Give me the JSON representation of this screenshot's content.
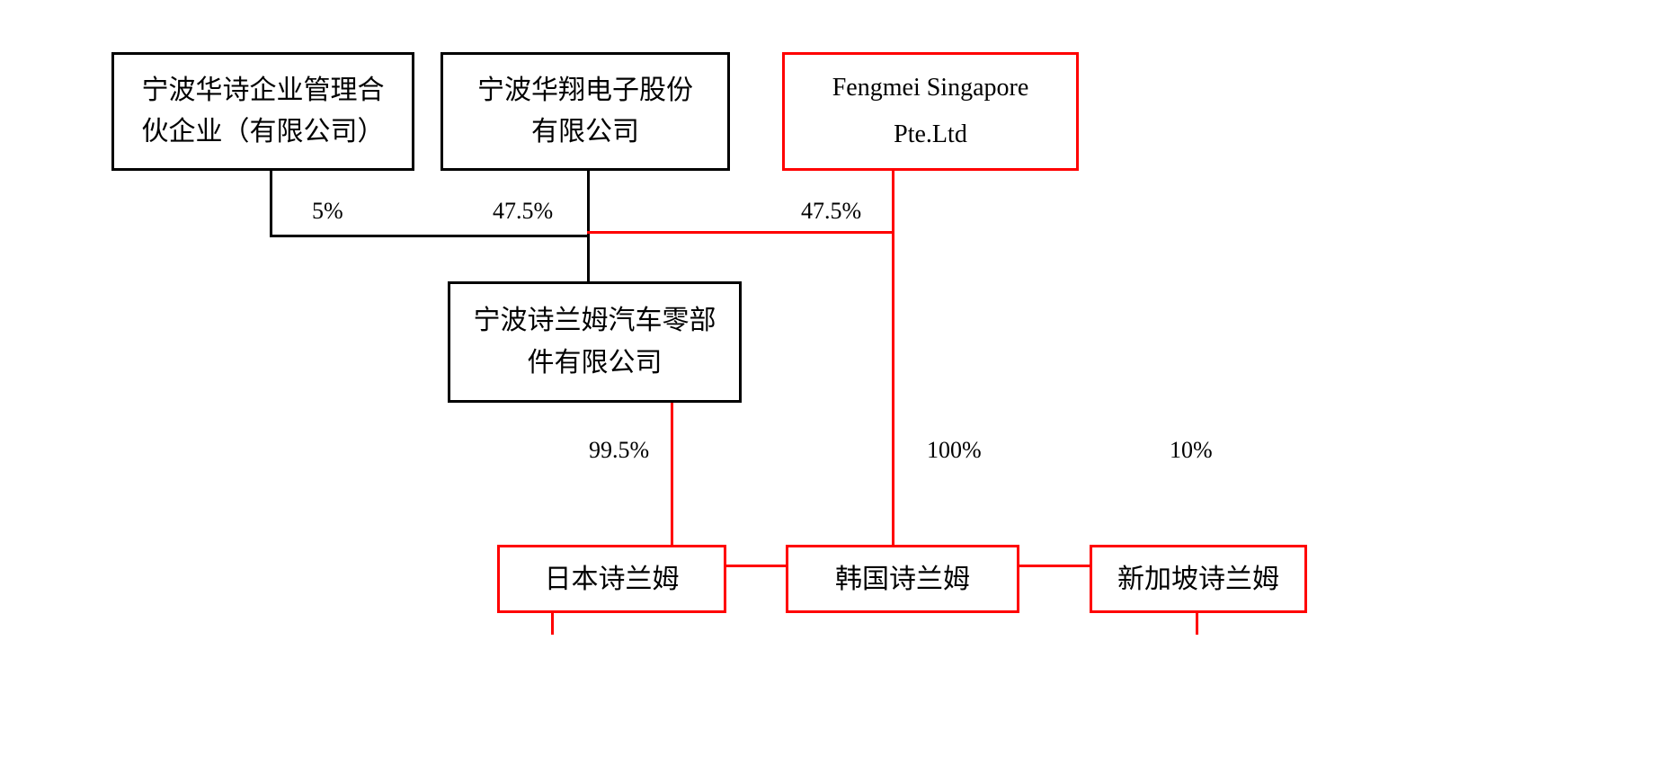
{
  "diagram": {
    "title": "Shareholding structure chart",
    "colors": {
      "black_border": "#000000",
      "red_border": "#ff0000",
      "background": "#ffffff"
    },
    "nodes": {
      "huashi_partnership": {
        "label": "宁波华诗企业管理合\n伙企业（有限公司）",
        "color": "#000000"
      },
      "huaxiang_electronics": {
        "label": "宁波华翔电子股份\n有限公司",
        "color": "#000000"
      },
      "fengmei_singapore": {
        "label": "Fengmei Singapore\nPte.Ltd",
        "color": "#ff0000"
      },
      "ningbo_shilanmu": {
        "label": "宁波诗兰姆汽车零部\n件有限公司",
        "color": "#000000"
      },
      "japan_shilanmu": {
        "label": "日本诗兰姆",
        "color": "#ff0000"
      },
      "korea_shilanmu": {
        "label": "韩国诗兰姆",
        "color": "#ff0000"
      },
      "singapore_shilanmu": {
        "label": "新加坡诗兰姆",
        "color": "#ff0000"
      }
    },
    "percentages": {
      "huashi_to_ningbo": "5%",
      "huaxiang_to_ningbo": "47.5%",
      "fengmei_to_ningbo": "47.5%",
      "ningbo_to_japan": "99.5%",
      "fengmei_to_korea": "100%",
      "fengmei_to_singapore": "10%"
    }
  },
  "chart_data": {
    "type": "diagram",
    "title": "Shareholding structure chart",
    "nodes": [
      {
        "id": "huashi_partnership",
        "label": "宁波华诗企业管理合伙企业（有限公司）",
        "color": "#000000",
        "level": 1
      },
      {
        "id": "huaxiang_electronics",
        "label": "宁波华翔电子股份有限公司",
        "color": "#000000",
        "level": 1
      },
      {
        "id": "fengmei_singapore",
        "label": "Fengmei Singapore Pte.Ltd",
        "color": "#ff0000",
        "level": 1
      },
      {
        "id": "ningbo_shilanmu",
        "label": "宁波诗兰姆汽车零部件有限公司",
        "color": "#000000",
        "level": 2
      },
      {
        "id": "japan_shilanmu",
        "label": "日本诗兰姆",
        "color": "#ff0000",
        "level": 3
      },
      {
        "id": "korea_shilanmu",
        "label": "韩国诗兰姆",
        "color": "#ff0000",
        "level": 3
      },
      {
        "id": "singapore_shilanmu",
        "label": "新加坡诗兰姆",
        "color": "#ff0000",
        "level": 3
      }
    ],
    "edges": [
      {
        "from": "huashi_partnership",
        "to": "ningbo_shilanmu",
        "label": "5%",
        "color": "#000000"
      },
      {
        "from": "huaxiang_electronics",
        "to": "ningbo_shilanmu",
        "label": "47.5%",
        "color": "#000000"
      },
      {
        "from": "fengmei_singapore",
        "to": "ningbo_shilanmu",
        "label": "47.5%",
        "color": "#ff0000"
      },
      {
        "from": "ningbo_shilanmu",
        "to": "japan_shilanmu",
        "label": "99.5%",
        "color": "#ff0000"
      },
      {
        "from": "fengmei_singapore",
        "to": "korea_shilanmu",
        "label": "100%",
        "color": "#ff0000"
      },
      {
        "from": "fengmei_singapore",
        "to": "singapore_shilanmu",
        "label": "10%",
        "color": "#ff0000"
      }
    ]
  }
}
